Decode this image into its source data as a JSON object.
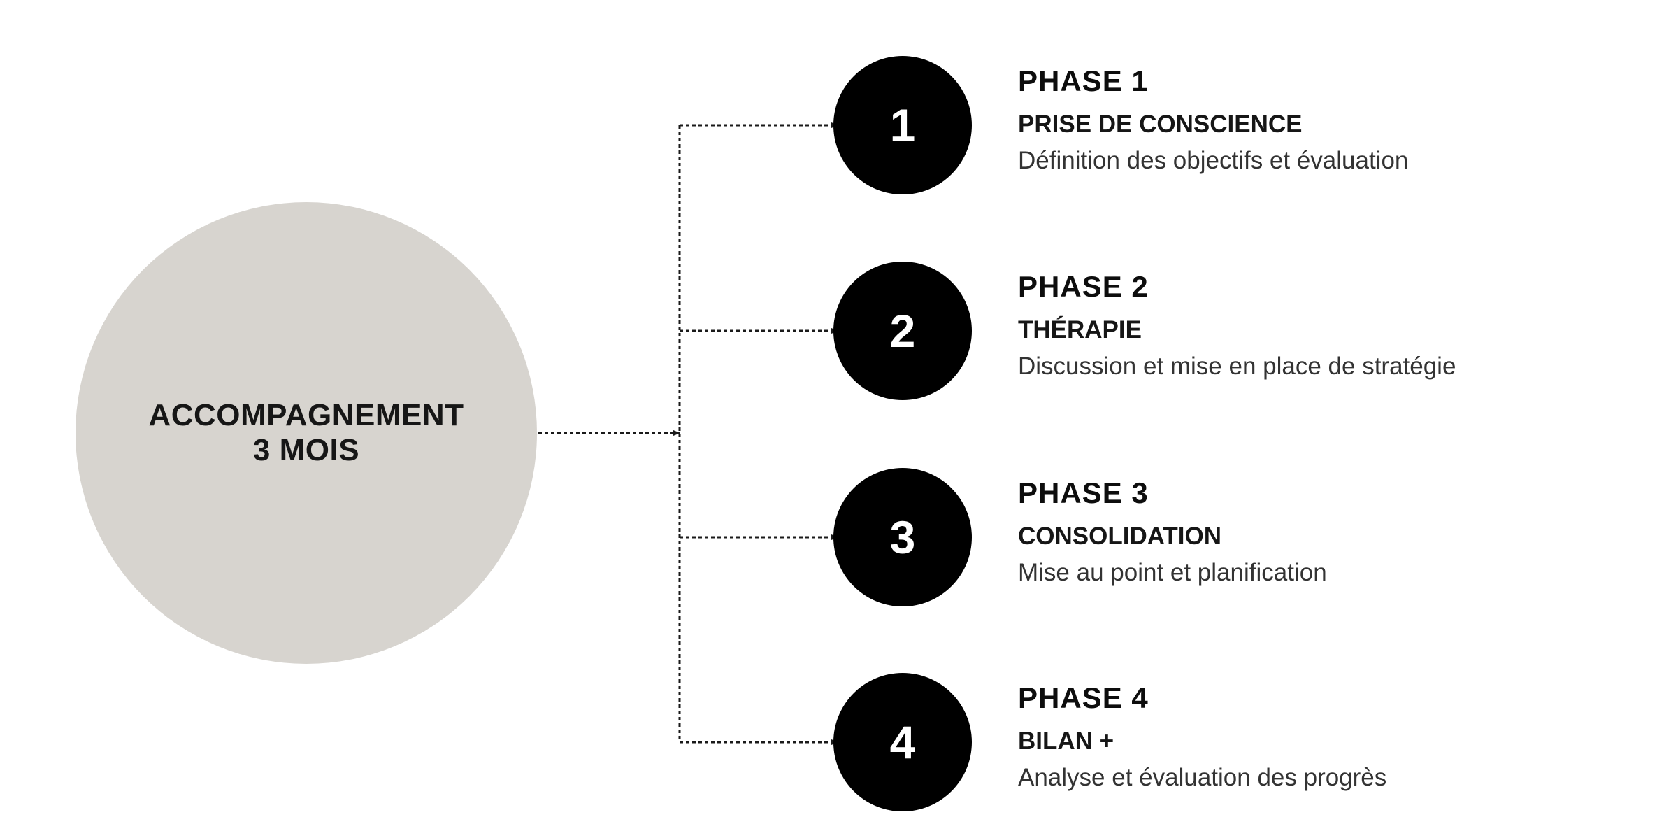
{
  "center": {
    "line1": "ACCOMPAGNEMENT",
    "line2": "3 MOIS"
  },
  "phases": [
    {
      "number": "1",
      "title": "PHASE 1",
      "subtitle": "PRISE DE CONSCIENCE",
      "description": "Définition des objectifs et évaluation"
    },
    {
      "number": "2",
      "title": "PHASE 2",
      "subtitle": "THÉRAPIE",
      "description": "Discussion et mise en place de stratégie"
    },
    {
      "number": "3",
      "title": "PHASE 3",
      "subtitle": "CONSOLIDATION",
      "description": "Mise au point et planification"
    },
    {
      "number": "4",
      "title": "PHASE 4",
      "subtitle": "BILAN +",
      "description": "Analyse et évaluation des progrès"
    }
  ],
  "colors": {
    "center_fill": "#d7d4cf",
    "phase_fill": "#000000",
    "connector": "#1a1a1a"
  }
}
